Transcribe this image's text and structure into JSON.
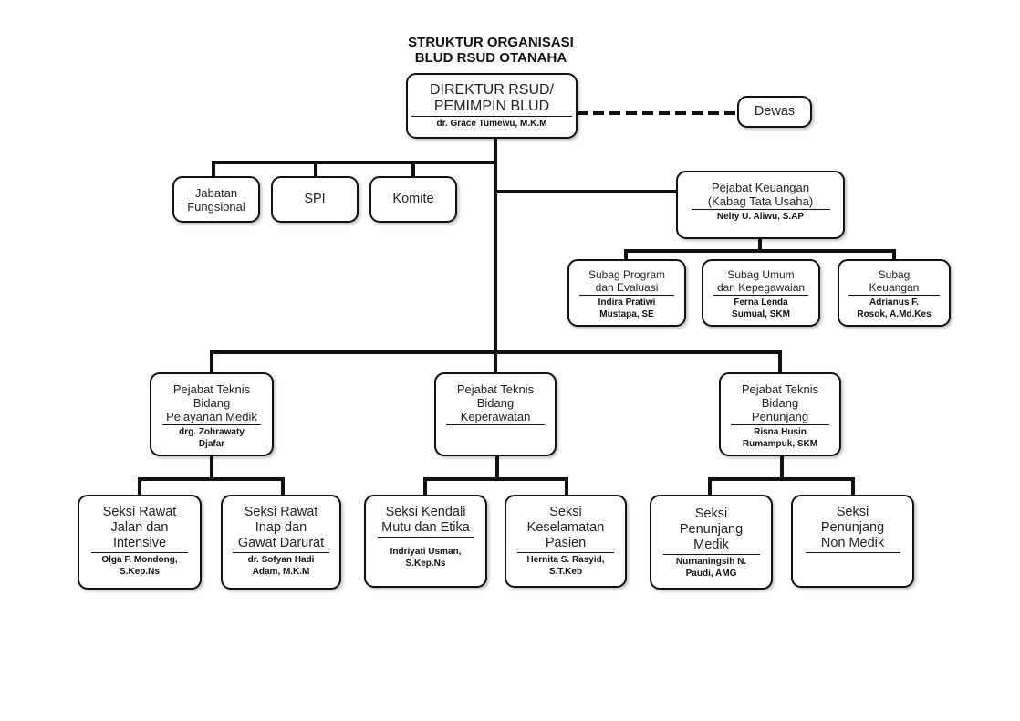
{
  "header": {
    "title_line1": "STRUKTUR ORGANISASI",
    "title_line2": "BLUD RSUD OTANAHA"
  },
  "director": {
    "title_line1": "DIREKTUR RSUD/",
    "title_line2": "PEMIMPIN BLUD",
    "name": "dr. Grace Tumewu, M.K.M"
  },
  "dewas": {
    "label": "Dewas",
    "relation": "dashed"
  },
  "staff_units": [
    {
      "label_line1": "Jabatan",
      "label_line2": "Fungsional"
    },
    {
      "label_line1": "SPI"
    },
    {
      "label_line1": "Komite"
    }
  ],
  "finance": {
    "title_line1": "Pejabat Keuangan",
    "title_line2": "(Kabag Tata Usaha)",
    "name": "Nelty U. Aliwu, S.AP",
    "subunits": [
      {
        "line1": "Subag Program",
        "line2": "dan Evaluasi",
        "name1": "Indira Pratiwi",
        "name2": "Mustapa, SE"
      },
      {
        "line1": "Subag Umum",
        "line2": "dan Kepegawaian",
        "name1": "Ferna Lenda",
        "name2": "Sumual, SKM"
      },
      {
        "line1": "Subag",
        "line2": "Keuangan",
        "name1": "Adrianus F.",
        "name2": "Rosok, A.Md.Kes"
      }
    ]
  },
  "technical": [
    {
      "line1": "Pejabat Teknis",
      "line2": "Bidang",
      "line3": "Pelayanan Medik",
      "name1": "drg. Zohrawaty",
      "name2": "Djafar",
      "sections": [
        {
          "line1": "Seksi Rawat",
          "line2": "Jalan dan",
          "line3": "Intensive",
          "name1": "Olga F. Mondong,",
          "name2": "S.Kep.Ns"
        },
        {
          "line1": "Seksi Rawat",
          "line2": "Inap dan",
          "line3": "Gawat Darurat",
          "name1": "dr. Sofyan Hadi",
          "name2": "Adam, M.K.M"
        }
      ]
    },
    {
      "line1": "Pejabat Teknis",
      "line2": "Bidang",
      "line3": "Keperawatan",
      "name1": "",
      "name2": "",
      "sections": [
        {
          "line1": "Seksi Kendali",
          "line2": "Mutu dan Etika",
          "line3": "",
          "name1": "Indriyati Usman,",
          "name2": "S.Kep.Ns"
        },
        {
          "line1": "Seksi",
          "line2": "Keselamatan",
          "line3": "Pasien",
          "name1": "Hernita S. Rasyid,",
          "name2": "S.T.Keb"
        }
      ]
    },
    {
      "line1": "Pejabat Teknis",
      "line2": "Bidang",
      "line3": "Penunjang",
      "name1": "Risna Husin",
      "name2": "Rumampuk, SKM",
      "sections": [
        {
          "line1": "Seksi",
          "line2": "Penunjang",
          "line3": "Medik",
          "name1": "Nurnaningsih N.",
          "name2": "Paudi, AMG"
        },
        {
          "line1": "Seksi",
          "line2": "Penunjang",
          "line3": "Non Medik",
          "name1": "",
          "name2": ""
        }
      ]
    }
  ]
}
